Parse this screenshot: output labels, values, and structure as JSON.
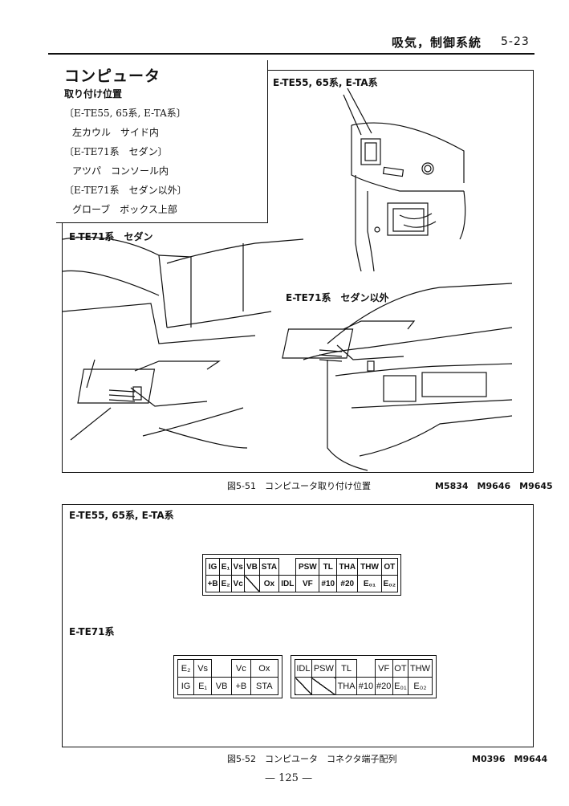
{
  "header": {
    "title": "吸気，制御系統",
    "page_ref": "5-23"
  },
  "section": {
    "title": "コンピュータ",
    "subtitle": "取り付け位置",
    "locations": [
      {
        "model": "〔E-TE55, 65系, E-TA系〕",
        "place": "左カウル　サイド内"
      },
      {
        "model": "〔E-TE71系　セダン〕",
        "place": "アツパ　コンソール内"
      },
      {
        "model": "〔E-TE71系　セダン以外〕",
        "place": "グローブ　ボックス上部"
      }
    ]
  },
  "figure1": {
    "label_top_right": "E-TE55, 65系, E-TA系",
    "label_left": "E-TE71系　セダン",
    "label_lower_right": "E-TE71系　セダン以外",
    "caption": "図5-51　コンピユータ取り付け位置",
    "codes": "M5834　M9646　M9645"
  },
  "figure2": {
    "label_a": "E-TE55, 65系, E-TA系",
    "label_b": "E-TE71系",
    "caption": "図5-52　コンピユータ　コネクタ端子配列",
    "codes": "M0396　M9644",
    "connector_a": {
      "row1": [
        "IG",
        "E₁",
        "Vs",
        "VB",
        "STA",
        "",
        "PSW",
        "TL",
        "THA",
        "THW",
        "OT"
      ],
      "row2": [
        "+B",
        "E₂",
        "Vc",
        "",
        "Ox",
        "IDL",
        "VF",
        "#10",
        "#20",
        "E₀₁",
        "E₀₂"
      ]
    },
    "connector_b1": {
      "row1": [
        "E₂",
        "Vs",
        "",
        "Vc",
        "Ox"
      ],
      "row2": [
        "IG",
        "E₁",
        "VB",
        "+B",
        "STA"
      ]
    },
    "connector_b2": {
      "row1": [
        "IDL",
        "PSW",
        "TL",
        "",
        "VF",
        "OT",
        "THW"
      ],
      "row2": [
        "",
        "",
        "THA",
        "#10",
        "#20",
        "E₀₁",
        "E₀₂"
      ]
    }
  },
  "page_number": "— 125 —"
}
